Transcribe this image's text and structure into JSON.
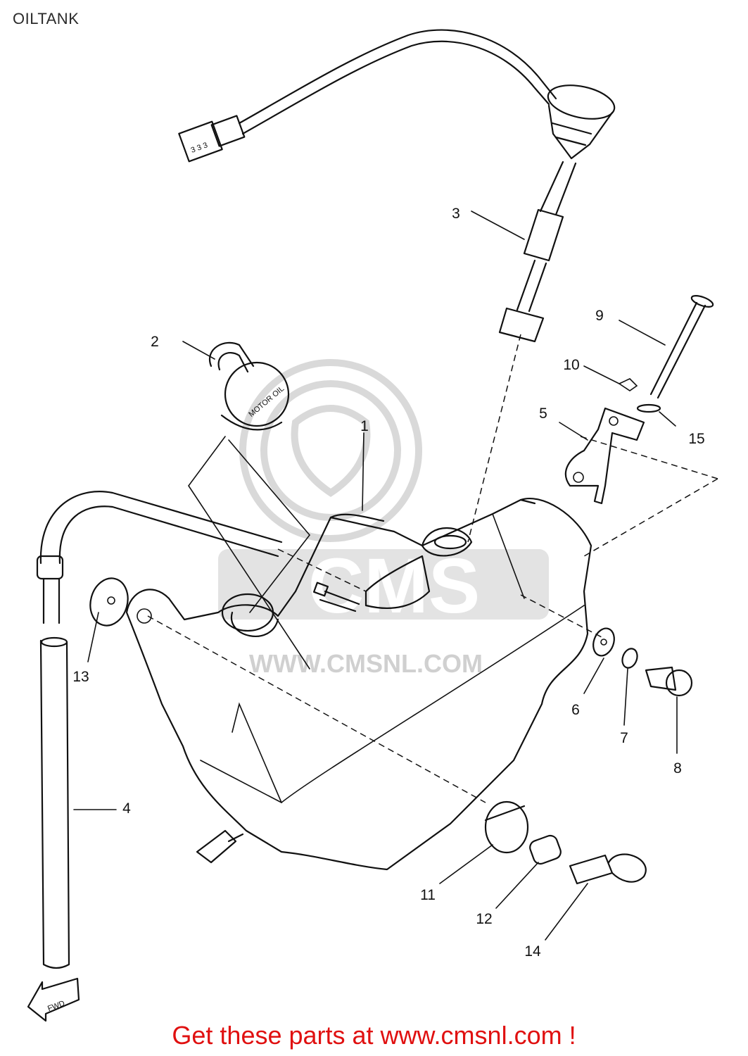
{
  "header": {
    "title": "OILTANK"
  },
  "watermark": {
    "logo_text": "CMS",
    "url_text": "WWW.CMSNL.COM"
  },
  "cap_text": "MOTOR OIL",
  "fwd_label": "FWD",
  "callouts": {
    "c1": "1",
    "c2": "2",
    "c3": "3",
    "c4": "4",
    "c5": "5",
    "c6": "6",
    "c7": "7",
    "c8": "8",
    "c9": "9",
    "c10": "10",
    "c11": "11",
    "c12": "12",
    "c13": "13",
    "c14": "14",
    "c15": "15"
  },
  "footer": {
    "text": "Get these parts at www.cmsnl.com !"
  },
  "colors": {
    "footer": "#e01010",
    "line": "#111111",
    "watermark": "#d9d9d9"
  }
}
